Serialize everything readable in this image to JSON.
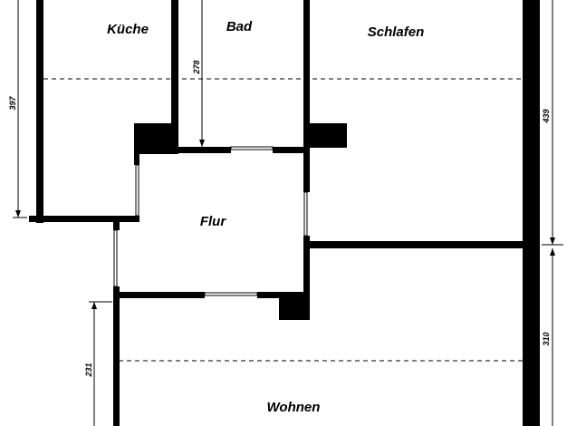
{
  "rooms": {
    "kueche": "Küche",
    "bad": "Bad",
    "schlafen": "Schlafen",
    "flur": "Flur",
    "wohnen": "Wohnen"
  },
  "dimensions": {
    "kueche_height": "397",
    "bad_height": "278",
    "schlafen_height": "439",
    "wohnen_upper": "310",
    "wohnen_lower": "231"
  }
}
